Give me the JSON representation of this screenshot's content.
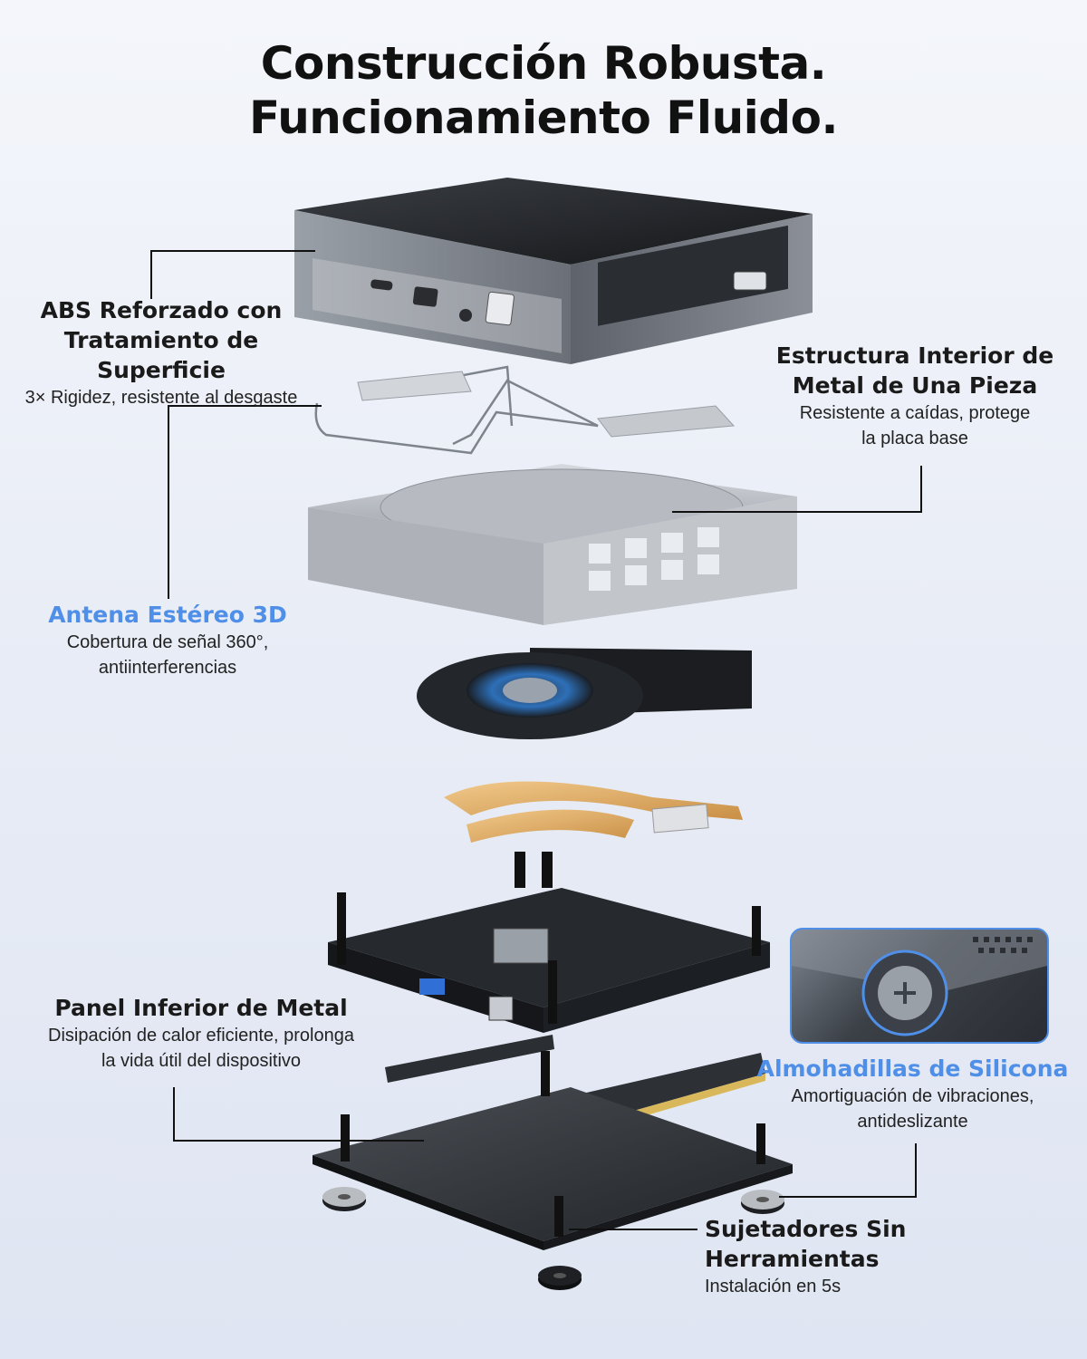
{
  "title": {
    "line1": "Construcción Robusta.",
    "line2": "Funcionamiento Fluido."
  },
  "callouts": {
    "abs": {
      "heading_line1": "ABS Reforzado con",
      "heading_line2": "Tratamiento de Superficie",
      "sub": "3× Rigidez, resistente al desgaste"
    },
    "structure": {
      "heading_line1": "Estructura Interior de",
      "heading_line2": "Metal de Una Pieza",
      "sub_line1": "Resistente a caídas, protege",
      "sub_line2": "la placa base"
    },
    "antenna": {
      "heading": "Antena Estéreo 3D",
      "sub_line1": "Cobertura de señal 360°,",
      "sub_line2": "antiinterferencias"
    },
    "panel": {
      "heading": "Panel Inferior de Metal",
      "sub_line1": "Disipación de calor eficiente, prolonga",
      "sub_line2": "la vida útil del dispositivo"
    },
    "silicone": {
      "heading": "Almohadillas de Silicona",
      "sub_line1": "Amortiguación de vibraciones,",
      "sub_line2": "antideslizante"
    },
    "fasteners": {
      "heading_line1": "Sujetadores Sin",
      "heading_line2": "Herramientas",
      "sub": "Instalación en 5s"
    }
  },
  "colors": {
    "accent_blue": "#4f8fe8",
    "text_dark": "#1a1a1a"
  },
  "icons": [
    "mini-pc-case",
    "antenna-wire",
    "metal-frame",
    "cooling-fan",
    "heat-pipe",
    "motherboard",
    "ssd",
    "ram",
    "bottom-plate",
    "silicone-pad",
    "screw"
  ]
}
